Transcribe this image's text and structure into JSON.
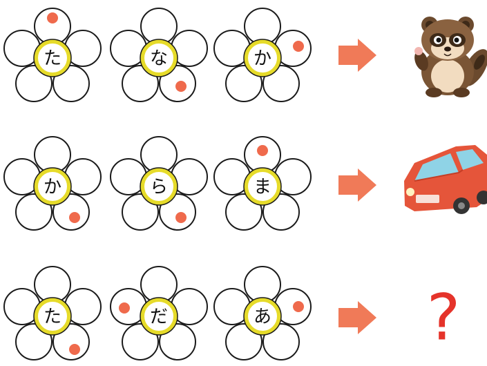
{
  "puzzle": {
    "rows": [
      {
        "flowers": [
          {
            "kana": "た",
            "dot_petal": "top"
          },
          {
            "kana": "な",
            "dot_petal": "lower-right"
          },
          {
            "kana": "か",
            "dot_petal": "upper-right"
          }
        ],
        "answer": {
          "type": "image",
          "icon": "tanuki-icon"
        }
      },
      {
        "flowers": [
          {
            "kana": "か",
            "dot_petal": "lower-right"
          },
          {
            "kana": "ら",
            "dot_petal": "lower-right"
          },
          {
            "kana": "ま",
            "dot_petal": "top"
          }
        ],
        "answer": {
          "type": "image",
          "icon": "car-icon"
        }
      },
      {
        "flowers": [
          {
            "kana": "た",
            "dot_petal": "lower-right"
          },
          {
            "kana": "だ",
            "dot_petal": "upper-left"
          },
          {
            "kana": "あ",
            "dot_petal": "upper-right"
          }
        ],
        "answer": {
          "type": "text",
          "text": "?"
        }
      }
    ]
  },
  "colors": {
    "dot": "#ef6a4c",
    "center_ring": "#e6db2a",
    "arrow": "#f07a58",
    "question_mark": "#e5332a"
  }
}
